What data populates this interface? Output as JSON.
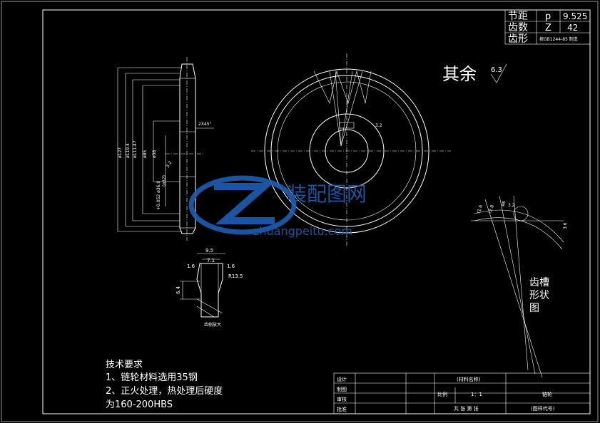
{
  "title_block_top": {
    "rows": [
      {
        "label": "节距",
        "symbol": "p",
        "value": "9.525"
      },
      {
        "label": "齿数",
        "symbol": "Z",
        "value": "42"
      },
      {
        "label": "齿形",
        "symbol": "",
        "value": "按GB1244-85 制造"
      }
    ]
  },
  "roughness": {
    "label": "其余",
    "value": "6.3"
  },
  "front_view": {
    "dims": [
      "ø127",
      "ø119.4",
      "ø111.47",
      "ø85",
      "ø38",
      "+0.052\nø36.0",
      "(ø32)",
      "2X45°",
      "3.2"
    ]
  },
  "tooth_detail": {
    "dims": [
      "9.5",
      "7.1",
      "1.6",
      "1.6",
      "R13.5",
      "6.4"
    ],
    "caption": "齿侧放大"
  },
  "groove": {
    "caption": "齿槽形状图",
    "dims": [
      "r1.6",
      "r2.8",
      "ø6",
      "3.6",
      "3.2"
    ]
  },
  "tech_req": {
    "title": "技术要求",
    "lines": [
      "1、链轮材料选用35钢",
      "2、正火处理，热处理后硬度",
      "为160-200HBS"
    ]
  },
  "title_block": {
    "designer": "设计",
    "drawer": "制图",
    "checker": "审核",
    "approver": "批准",
    "name": "(材料名称)",
    "scale_label": "比例",
    "scale": "1：1",
    "part": "链轮",
    "sheets": "共  张  第  张",
    "drawing_no": "(图样代号)"
  },
  "watermark": {
    "cn": "装配图网",
    "url": "zhuangpeitu.com"
  }
}
